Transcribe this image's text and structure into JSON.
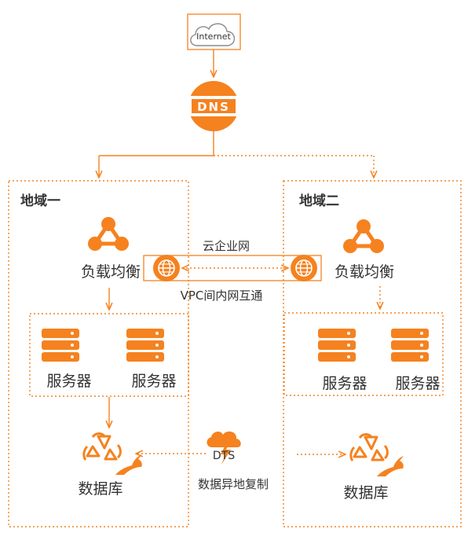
{
  "internet": {
    "label": "Internet"
  },
  "dns": {
    "label": "DNS"
  },
  "region_1": {
    "title": "地域一",
    "load_balancer": "负载均衡",
    "servers": [
      "服务器",
      "服务器"
    ],
    "database": "数据库"
  },
  "region_2": {
    "title": "地域二",
    "load_balancer": "负载均衡",
    "servers": [
      "服务器",
      "服务器"
    ],
    "database": "数据库"
  },
  "interconnect": {
    "top_label": "云企业网",
    "bottom_label": "VPC间内网互通"
  },
  "dts": {
    "label": "DTS",
    "caption": "数据异地复制"
  },
  "colors": {
    "accent": "#F5821F",
    "cloud_stroke": "#8C8C8C",
    "text": "#333333"
  }
}
